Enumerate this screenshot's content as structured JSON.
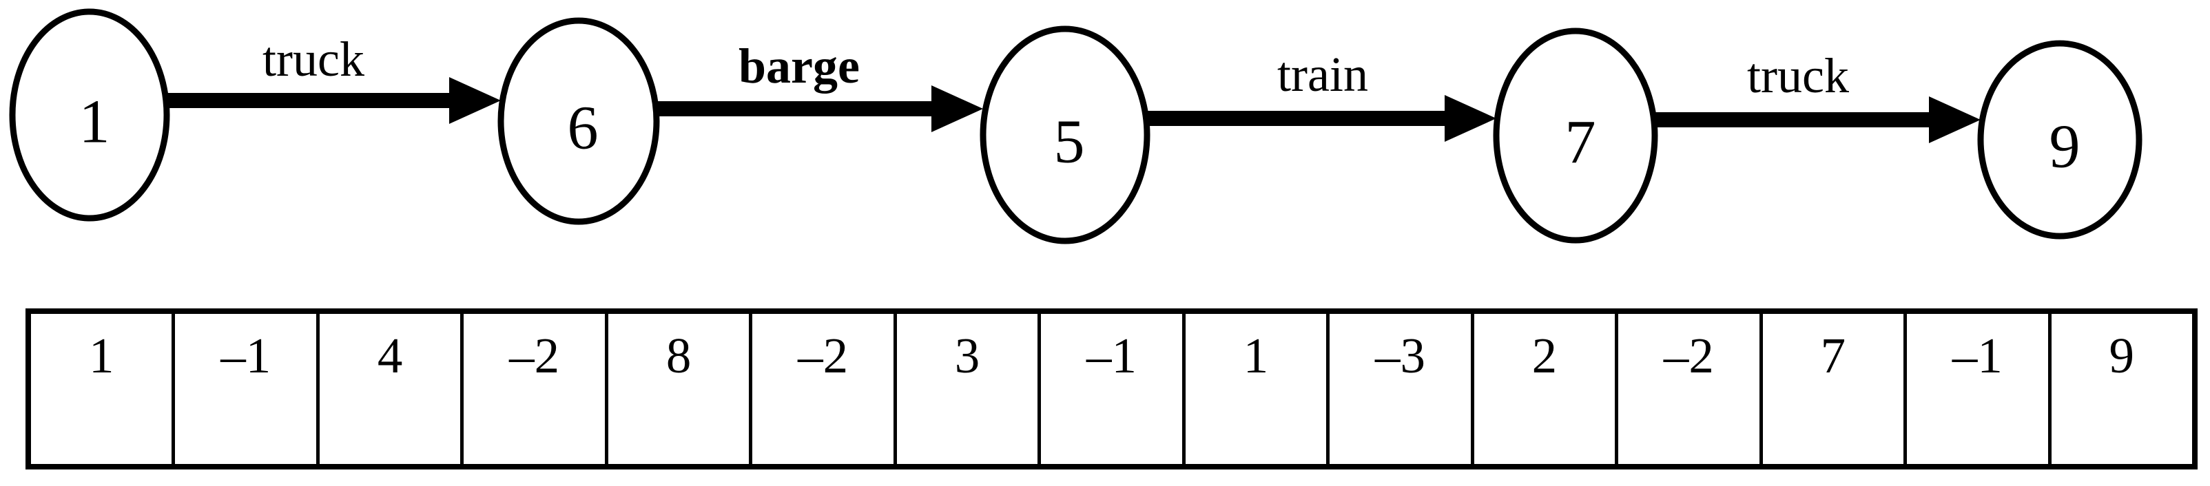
{
  "graph": {
    "nodes": [
      {
        "label": "1"
      },
      {
        "label": "6"
      },
      {
        "label": "5"
      },
      {
        "label": "7"
      },
      {
        "label": "9"
      }
    ],
    "edges": [
      {
        "from": "1",
        "to": "6",
        "label": "truck",
        "style": "normal"
      },
      {
        "from": "6",
        "to": "5",
        "label": "barge",
        "style": "bold"
      },
      {
        "from": "5",
        "to": "7",
        "label": "train",
        "style": "normal"
      },
      {
        "from": "7",
        "to": "9",
        "label": "truck",
        "style": "normal"
      }
    ]
  },
  "table": {
    "cells": [
      "1",
      "–1",
      "4",
      "–2",
      "8",
      "–2",
      "3",
      "–1",
      "1",
      "–3",
      "2",
      "–2",
      "7",
      "–1",
      "9"
    ]
  },
  "colors": {
    "ink": "#000000",
    "background": "#ffffff"
  }
}
